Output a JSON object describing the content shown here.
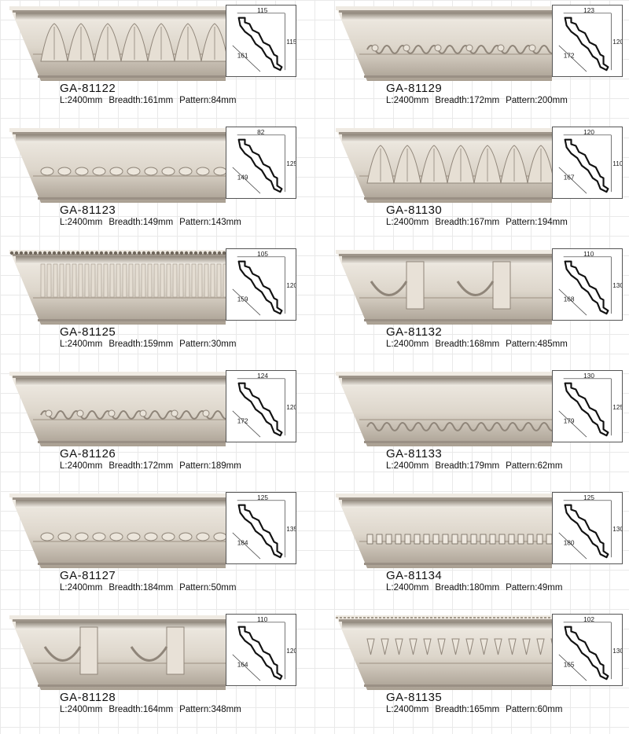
{
  "products": [
    {
      "code": "GA-81122",
      "length": "L:2400mm",
      "breadth": "Breadth:161mm",
      "pattern": "Pattern:84mm",
      "dim_top": "115",
      "dim_side": "115",
      "dim_diag": "161",
      "ornament": "acanthus"
    },
    {
      "code": "GA-81129",
      "length": "L:2400mm",
      "breadth": "Breadth:172mm",
      "pattern": "Pattern:200mm",
      "dim_top": "123",
      "dim_side": "120",
      "dim_diag": "172",
      "ornament": "scroll"
    },
    {
      "code": "GA-81123",
      "length": "L:2400mm",
      "breadth": "Breadth:149mm",
      "pattern": "Pattern:143mm",
      "dim_top": "82",
      "dim_side": "125",
      "dim_diag": "149",
      "ornament": "rosette"
    },
    {
      "code": "GA-81130",
      "length": "L:2400mm",
      "breadth": "Breadth:167mm",
      "pattern": "Pattern:194mm",
      "dim_top": "120",
      "dim_side": "110",
      "dim_diag": "167",
      "ornament": "leaf"
    },
    {
      "code": "GA-81125",
      "length": "L:2400mm",
      "breadth": "Breadth:159mm",
      "pattern": "Pattern:30mm",
      "dim_top": "105",
      "dim_side": "120",
      "dim_diag": "159",
      "ornament": "fluted"
    },
    {
      "code": "GA-81132",
      "length": "L:2400mm",
      "breadth": "Breadth:168mm",
      "pattern": "Pattern:485mm",
      "dim_top": "110",
      "dim_side": "130",
      "dim_diag": "168",
      "ornament": "garland"
    },
    {
      "code": "GA-81126",
      "length": "L:2400mm",
      "breadth": "Breadth:172mm",
      "pattern": "Pattern:189mm",
      "dim_top": "124",
      "dim_side": "120",
      "dim_diag": "172",
      "ornament": "vine"
    },
    {
      "code": "GA-81133",
      "length": "L:2400mm",
      "breadth": "Breadth:179mm",
      "pattern": "Pattern:62mm",
      "dim_top": "130",
      "dim_side": "125",
      "dim_diag": "179",
      "ornament": "rope"
    },
    {
      "code": "GA-81127",
      "length": "L:2400mm",
      "breadth": "Breadth:184mm",
      "pattern": "Pattern:50mm",
      "dim_top": "125",
      "dim_side": "135",
      "dim_diag": "184",
      "ornament": "egg"
    },
    {
      "code": "GA-81134",
      "length": "L:2400mm",
      "breadth": "Breadth:180mm",
      "pattern": "Pattern:49mm",
      "dim_top": "125",
      "dim_side": "130",
      "dim_diag": "180",
      "ornament": "dentil"
    },
    {
      "code": "GA-81128",
      "length": "L:2400mm",
      "breadth": "Breadth:164mm",
      "pattern": "Pattern:348mm",
      "dim_top": "110",
      "dim_side": "120",
      "dim_diag": "164",
      "ornament": "corbel"
    },
    {
      "code": "GA-81135",
      "length": "L:2400mm",
      "breadth": "Breadth:165mm",
      "pattern": "Pattern:60mm",
      "dim_top": "102",
      "dim_side": "130",
      "dim_diag": "165",
      "ornament": "drop"
    }
  ],
  "colors": {
    "plaster_light": "#f3efe8",
    "plaster_mid": "#ddd6cb",
    "plaster_shadow": "#a99f92",
    "grid_line": "#e9e9e9",
    "profile_stroke": "#111111"
  }
}
